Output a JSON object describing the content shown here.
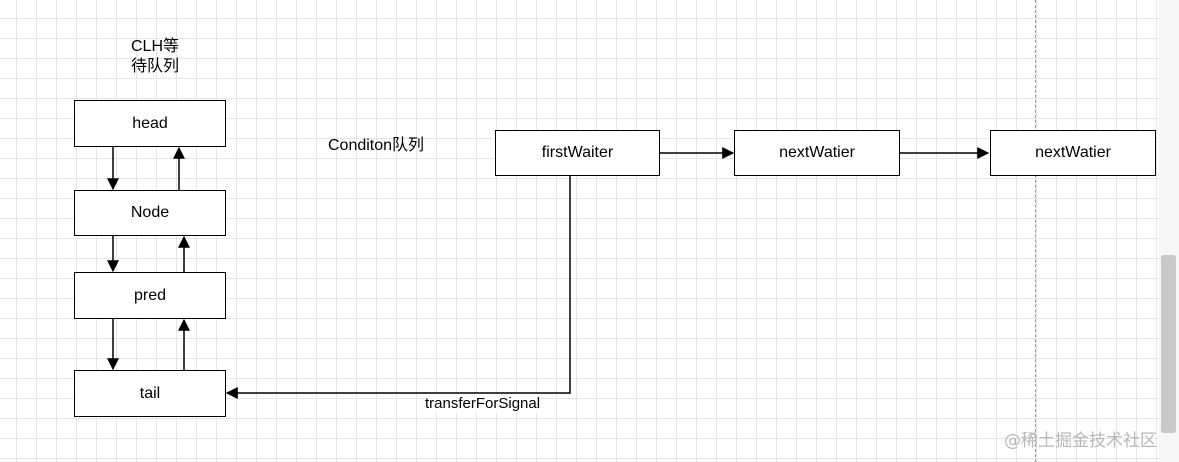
{
  "labels": {
    "clh_title_line1": "CLH等",
    "clh_title_line2": "待队列",
    "condition_title": "Conditon队列",
    "edge_label": "transferForSignal"
  },
  "nodes": {
    "head": "head",
    "node": "Node",
    "pred": "pred",
    "tail": "tail",
    "first_waiter": "firstWaiter",
    "next_waiter_1": "nextWatier",
    "next_waiter_2": "nextWatier"
  },
  "watermark": "@稀土掘金技术社区",
  "colors": {
    "stroke": "#000000",
    "grid": "#e6e6e6",
    "background": "#ffffff"
  }
}
